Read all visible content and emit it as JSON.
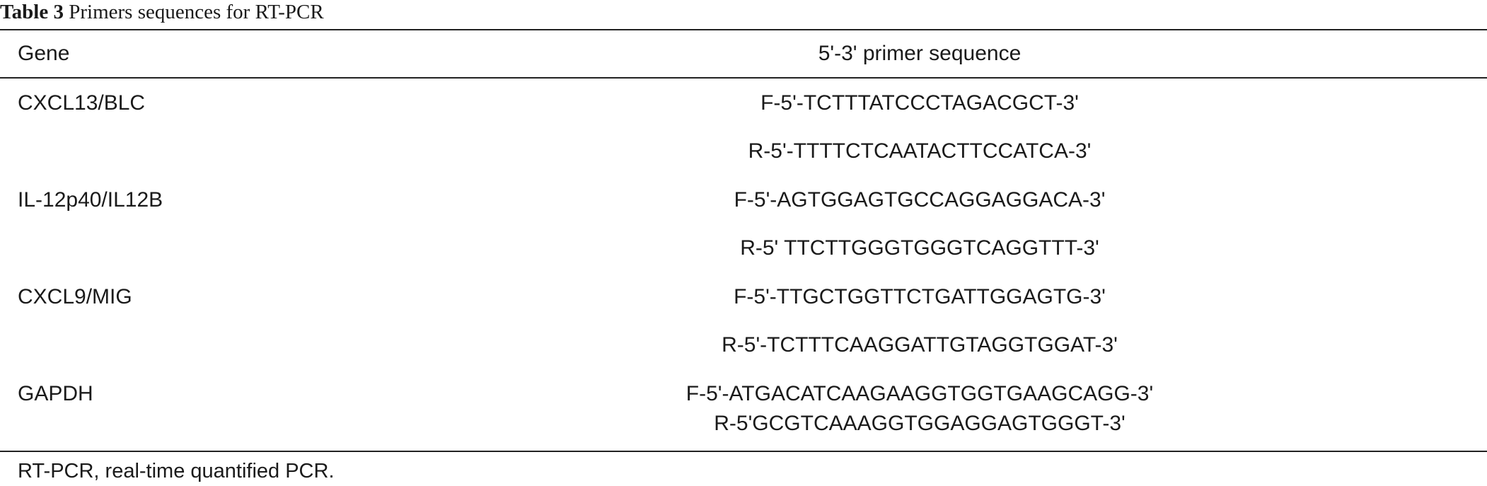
{
  "caption": {
    "label": "Table 3",
    "title": "Primers sequences for RT-PCR"
  },
  "table": {
    "headers": {
      "gene": "Gene",
      "sequence": "5'-3' primer sequence"
    },
    "rows": [
      {
        "gene": "CXCL13/BLC",
        "forward": "F-5'-TCTTTATCCCTAGACGCT-3'",
        "reverse": "R-5'-TTTTCTCAATACTTCCATCA-3'"
      },
      {
        "gene": "IL-12p40/IL12B",
        "forward": "F-5'-AGTGGAGTGCCAGGAGGACA-3'",
        "reverse": "R-5' TTCTTGGGTGGGTCAGGTTT-3'"
      },
      {
        "gene": "CXCL9/MIG",
        "forward": "F-5'-TTGCTGGTTCTGATTGGAGTG-3'",
        "reverse": "R-5'-TCTTTCAAGGATTGTAGGTGGAT-3'"
      },
      {
        "gene": "GAPDH",
        "forward": "F-5'-ATGACATCAAGAAGGTGGTGAAGCAGG-3'",
        "reverse": "R-5'GCGTCAAAGGTGGAGGAGTGGGT-3'"
      }
    ]
  },
  "footnote": "RT-PCR, real-time quantified PCR."
}
